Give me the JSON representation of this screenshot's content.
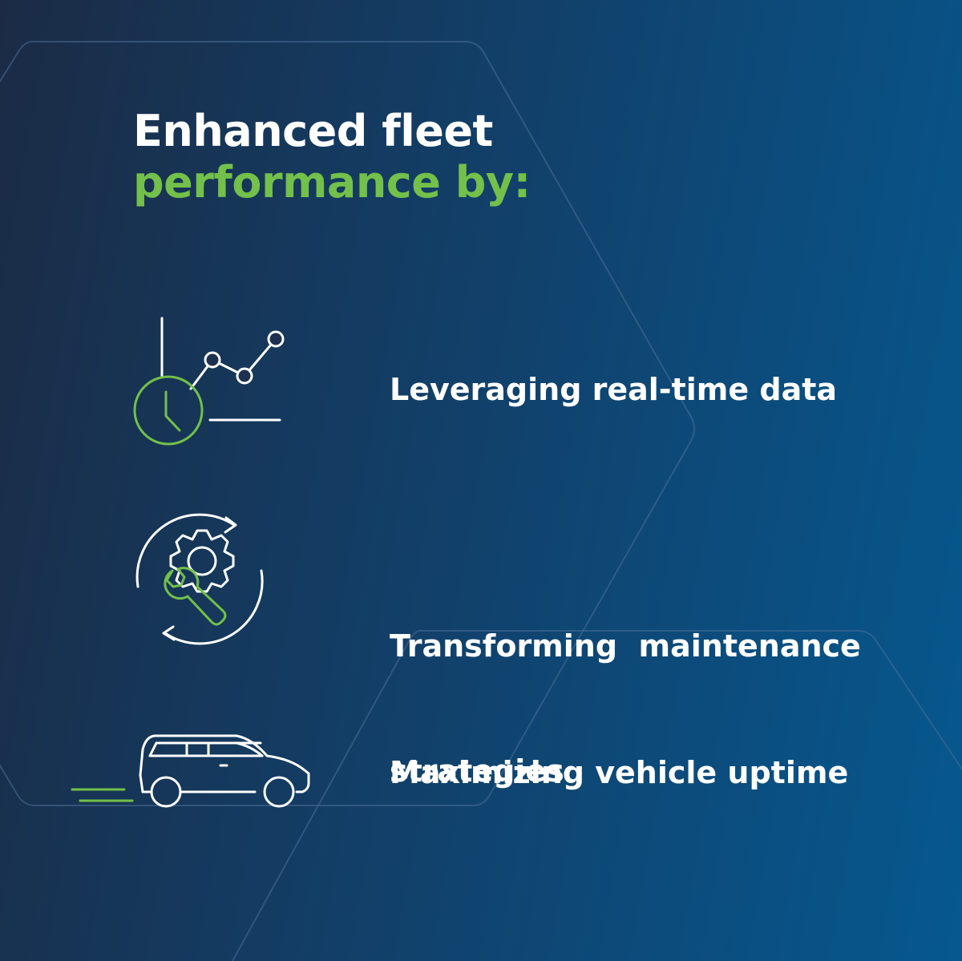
{
  "colors": {
    "accent_green": "#73c04a",
    "text_white": "#ffffff",
    "background_dark": "#1b2b45",
    "background_blue": "#06588f"
  },
  "headline": {
    "line1": "Enhanced fleet",
    "line2": "performance by:"
  },
  "items": [
    {
      "icon": "clock-chart-icon",
      "label": "Leveraging real-time data"
    },
    {
      "icon": "gear-wrench-icon",
      "label_line1": "Transforming  maintenance",
      "label_line2": "strategies"
    },
    {
      "icon": "car-icon",
      "label": "Maximizing vehicle uptime"
    }
  ]
}
